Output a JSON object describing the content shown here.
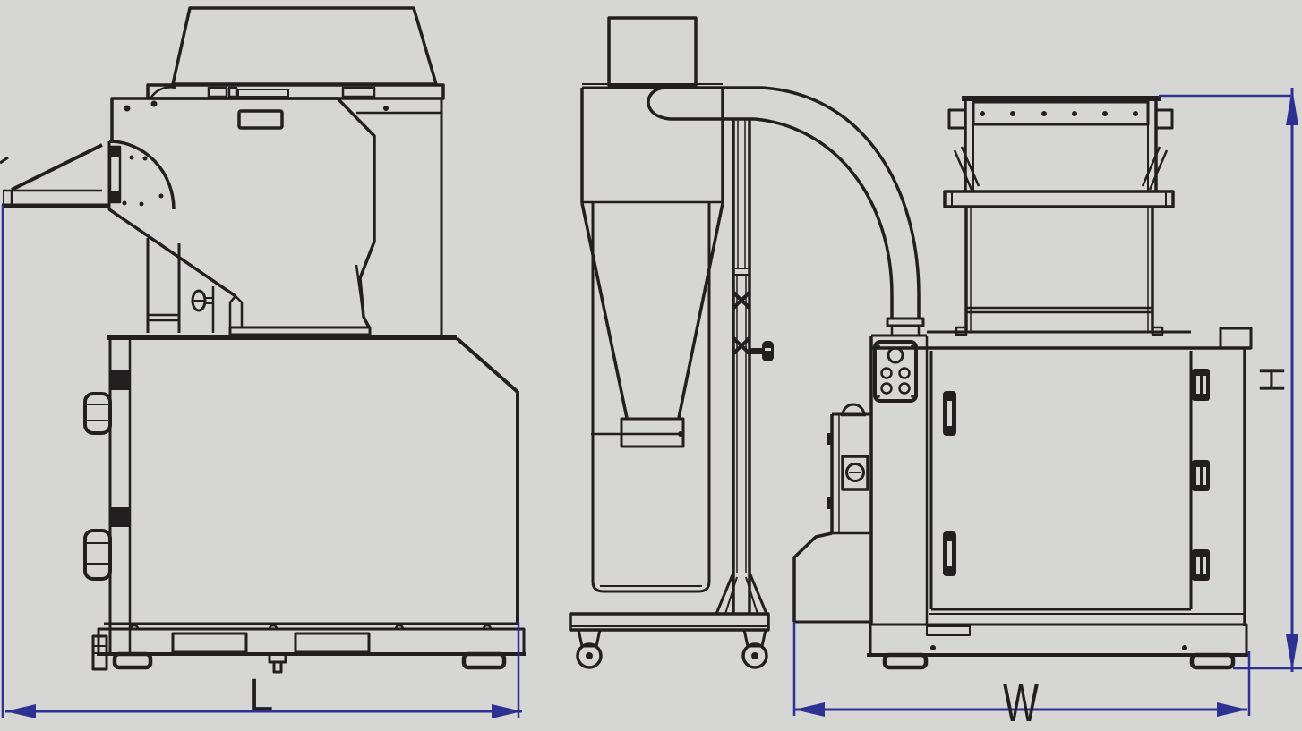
{
  "diagram": {
    "type": "technical-dimension-drawing",
    "subject": "granulator machine with cyclone dust collector, three views",
    "views": [
      {
        "name": "side-view"
      },
      {
        "name": "cyclone-duct-view"
      },
      {
        "name": "front-view"
      }
    ],
    "dimensions": {
      "length_label": "L",
      "width_label": "W",
      "height_label": "H"
    },
    "colors": {
      "background": "#d6d7d4",
      "line": "#231f20",
      "dimension": "#2e3192",
      "label": "#231f20"
    }
  }
}
